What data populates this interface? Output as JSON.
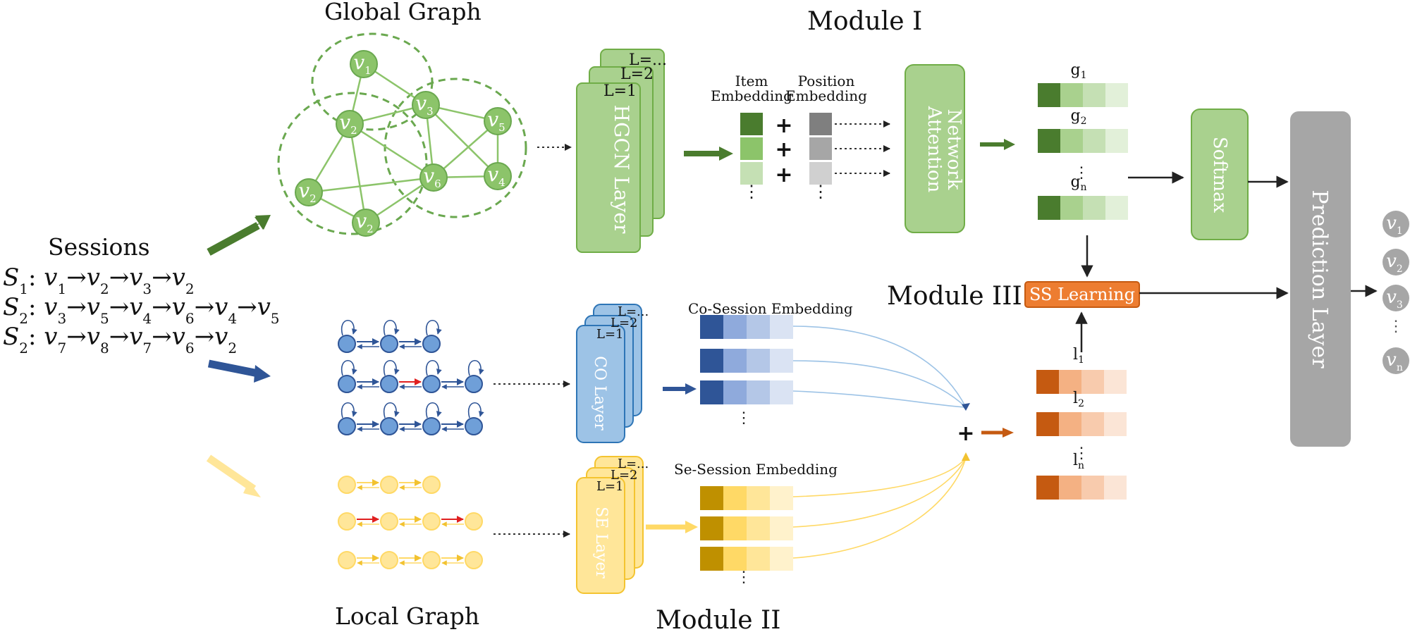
{
  "headings": {
    "global_graph": "Global Graph",
    "local_graph": "Local Graph",
    "module1": "Module I",
    "module2": "Module II",
    "module3": "Module III",
    "sessions": "Sessions"
  },
  "sessions": [
    {
      "label": "S",
      "sub": "1",
      "items": [
        [
          "v",
          "1"
        ],
        [
          "v",
          "2"
        ],
        [
          "v",
          "3"
        ],
        [
          "v",
          "2"
        ]
      ]
    },
    {
      "label": "S",
      "sub": "2",
      "items": [
        [
          "v",
          "3"
        ],
        [
          "v",
          "5"
        ],
        [
          "v",
          "4"
        ],
        [
          "v",
          "6"
        ],
        [
          "v",
          "4"
        ],
        [
          "v",
          "5"
        ]
      ]
    },
    {
      "label": "S",
      "sub": "2",
      "items": [
        [
          "v",
          "7"
        ],
        [
          "v",
          "8"
        ],
        [
          "v",
          "7"
        ],
        [
          "v",
          "6"
        ],
        [
          "v",
          "2"
        ]
      ]
    }
  ],
  "global_nodes": [
    [
      "v",
      "1"
    ],
    [
      "v",
      "2"
    ],
    [
      "v",
      "3"
    ],
    [
      "v",
      "5"
    ],
    [
      "v",
      "6"
    ],
    [
      "v",
      "4"
    ],
    [
      "v",
      "2"
    ],
    [
      "v",
      "2"
    ]
  ],
  "layers": {
    "hgcn": {
      "name": "HGCN Layer",
      "labels": [
        "L=1",
        "L=2",
        "L=..."
      ]
    },
    "co": {
      "name": "CO Layer",
      "labels": [
        "L=1",
        "L=2",
        "L=..."
      ]
    },
    "se": {
      "name": "SE Layer",
      "labels": [
        "L=1",
        "L=2",
        "L=..."
      ]
    }
  },
  "embedding_labels": {
    "item": [
      "Item",
      "Embedding"
    ],
    "position": [
      "Position",
      "Embedding"
    ],
    "co_session": "Co-Session Embedding",
    "se_session": "Se-Session Embedding"
  },
  "blocks": {
    "attention": [
      "Attention",
      "Network"
    ],
    "softmax": "Softmax",
    "ss_learning": "SS Learning",
    "prediction": "Prediction Layer"
  },
  "g_labels": [
    [
      "g",
      "1"
    ],
    [
      "g",
      "2"
    ],
    [
      "g",
      "n"
    ]
  ],
  "l_labels": [
    [
      "l",
      "1"
    ],
    [
      "l",
      "2"
    ],
    [
      "l",
      "n"
    ]
  ],
  "outputs": [
    [
      "v",
      "1"
    ],
    [
      "v",
      "2"
    ],
    [
      "v",
      "3"
    ],
    [
      "v",
      "n"
    ]
  ],
  "symbols": {
    "plus": "+",
    "vdots": "⋮",
    "hdots": "…"
  },
  "colors": {
    "green_dark": "#4a7c2e",
    "green": "#8cc46a",
    "green_light": "#a9d18e",
    "blue_dark": "#2f5597",
    "blue": "#6f9fd8",
    "yellow_dark": "#bf9000",
    "yellow": "#ffd966",
    "orange_dark": "#c55a11",
    "orange": "#ed7d31",
    "gray": "#a6a6a6"
  }
}
